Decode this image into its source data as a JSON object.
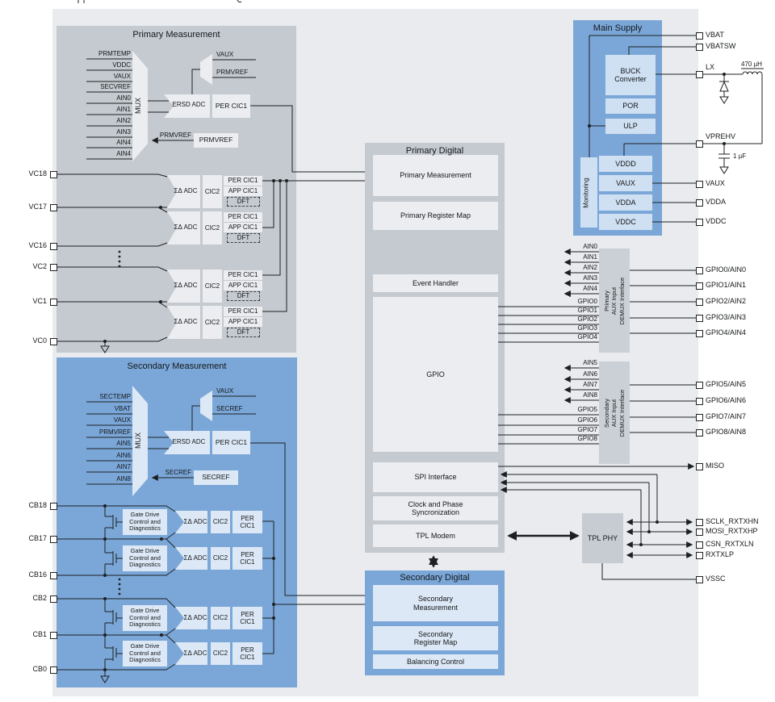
{
  "primary_measurement": {
    "title": "Primary Measurement",
    "mux_label": "MUX",
    "mux_inputs": [
      "PRMTEMP",
      "VDDC",
      "VAUX",
      "SECVREF",
      "AIN0",
      "AIN1",
      "AIN2",
      "AIN3",
      "AIN4",
      "AIN4"
    ],
    "adc": "ERSD ADC",
    "adc_cic": "PER CIC1",
    "refmux_inputs": [
      "VAUX",
      "PRMVREF"
    ],
    "ref_source": "PRMVREF",
    "ref_arrow_label": "PRMVREF"
  },
  "vc_chain": {
    "adc": "ΣΔ ADC",
    "cic2": "CIC2",
    "per": "PER CIC1",
    "app": "APP CIC1",
    "dft": "DFT"
  },
  "secondary_measurement": {
    "title": "Secondary Measurement",
    "mux_label": "MUX",
    "mux_inputs": [
      "SECTEMP",
      "VBAT",
      "VAUX",
      "PRMVREF",
      "AIN5",
      "AIN6",
      "AIN7",
      "AIN8"
    ],
    "adc": "ERSD ADC",
    "adc_cic": "PER CIC1",
    "refmux_inputs": [
      "VAUX",
      "SECREF"
    ],
    "ref_source": "SECREF",
    "ref_arrow_label": "SECREF"
  },
  "cb_chain": {
    "gate_drive": "Gate Drive\nControl and\nDiagnostics",
    "adc": "ΣΔ ADC",
    "cic2": "CIC2",
    "per": "PER\nCIC1"
  },
  "primary_digital": {
    "title": "Primary Digital",
    "blocks": [
      "Primary Measurement",
      "Primary Register Map",
      "Event Handler",
      "GPIO",
      "SPI Interface",
      "Clock and Phase\nSyncronization",
      "TPL Modem"
    ]
  },
  "secondary_digital": {
    "title": "Secondary Digital",
    "blocks": [
      "Secondary\nMeasurement",
      "Secondary\nRegister Map",
      "Balancing Control"
    ]
  },
  "main_supply": {
    "title": "Main Supply",
    "buck": "BUCK\nConverter",
    "por": "POR",
    "ulp": "ULP",
    "monitoring": "Monitoring",
    "rails": [
      "VDDD",
      "VAUX",
      "VDDA",
      "VDDC"
    ]
  },
  "aux_primary": {
    "label": "Primary\nAUX Input\nDEMUX Interface",
    "ain": [
      "AIN0",
      "AIN1",
      "AIN2",
      "AIN3",
      "AIN4"
    ],
    "gpio": [
      "GPIO0",
      "GPIO1",
      "GPIO2",
      "GPIO3",
      "GPIO4"
    ]
  },
  "aux_secondary": {
    "label": "Secondary\nAUX Input\nDEMUX Interface",
    "ain": [
      "AIN5",
      "AIN6",
      "AIN7",
      "AIN8"
    ],
    "gpio": [
      "GPIO5",
      "GPIO6",
      "GPIO7",
      "GPIO8"
    ]
  },
  "tpl_phy": "TPL PHY",
  "passives": {
    "inductor": "470 µH",
    "capacitor": "1 µF"
  },
  "left_pins": [
    "VC18",
    "VC17",
    "VC16",
    "VC2",
    "VC1",
    "VC0",
    "CB18",
    "CB17",
    "CB16",
    "CB2",
    "CB1",
    "CB0"
  ],
  "right_pins": [
    "VBAT",
    "VBATSW",
    "LX",
    "VPREHV",
    "VAUX",
    "VDDA",
    "VDDC",
    "GPIO0/AIN0",
    "GPIO1/AIN1",
    "GPIO2/AIN2",
    "GPIO3/AIN3",
    "GPIO4/AIN4",
    "GPIO5/AIN5",
    "GPIO6/AIN6",
    "GPIO7/AIN7",
    "GPIO8/AIN8",
    "MISO",
    "SCLK_RXTXHN",
    "MOSI_RXTXHP",
    "CSN_RXTXLN",
    "RXTXLP",
    "VSSC"
  ]
}
